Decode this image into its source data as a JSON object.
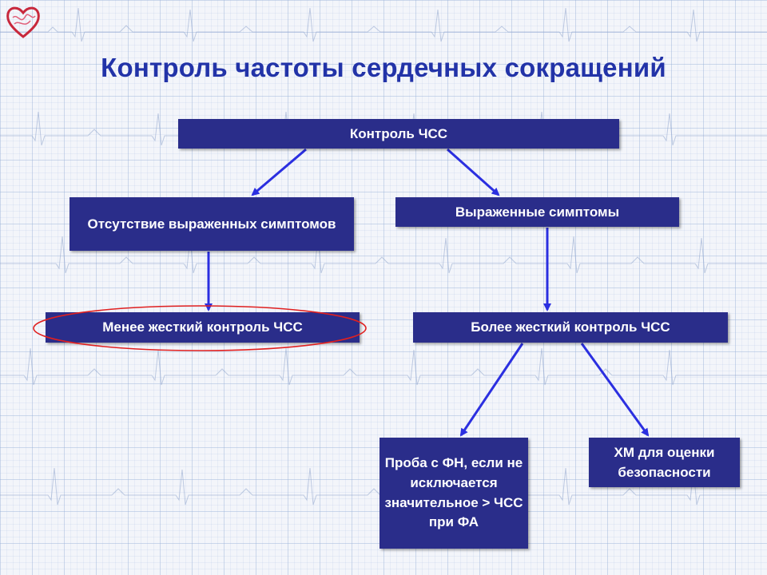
{
  "title": "Контроль частоты сердечных сокращений",
  "colors": {
    "box_fill": "#2a2d8a",
    "box_text": "#ffffff",
    "title": "#2233a8",
    "arrow": "#2b2fe0",
    "highlight_ellipse": "#e02020"
  },
  "nodes": {
    "root": "Контроль ЧСС",
    "no_symptoms": "Отсутствие выраженных симптомов",
    "symptoms": "Выраженные симптомы",
    "less_strict": "Менее жесткий контроль ЧСС",
    "more_strict": "Более жесткий контроль ЧСС",
    "stress_test": "Проба с ФН, если не исключается значительное > ЧСС при ФА",
    "holter": "ХМ для оценки безопасности"
  },
  "edges": [
    [
      "root",
      "no_symptoms"
    ],
    [
      "root",
      "symptoms"
    ],
    [
      "no_symptoms",
      "less_strict"
    ],
    [
      "symptoms",
      "more_strict"
    ],
    [
      "more_strict",
      "stress_test"
    ],
    [
      "more_strict",
      "holter"
    ]
  ],
  "highlighted_node": "less_strict",
  "icons": [
    "heart-logo-icon"
  ]
}
